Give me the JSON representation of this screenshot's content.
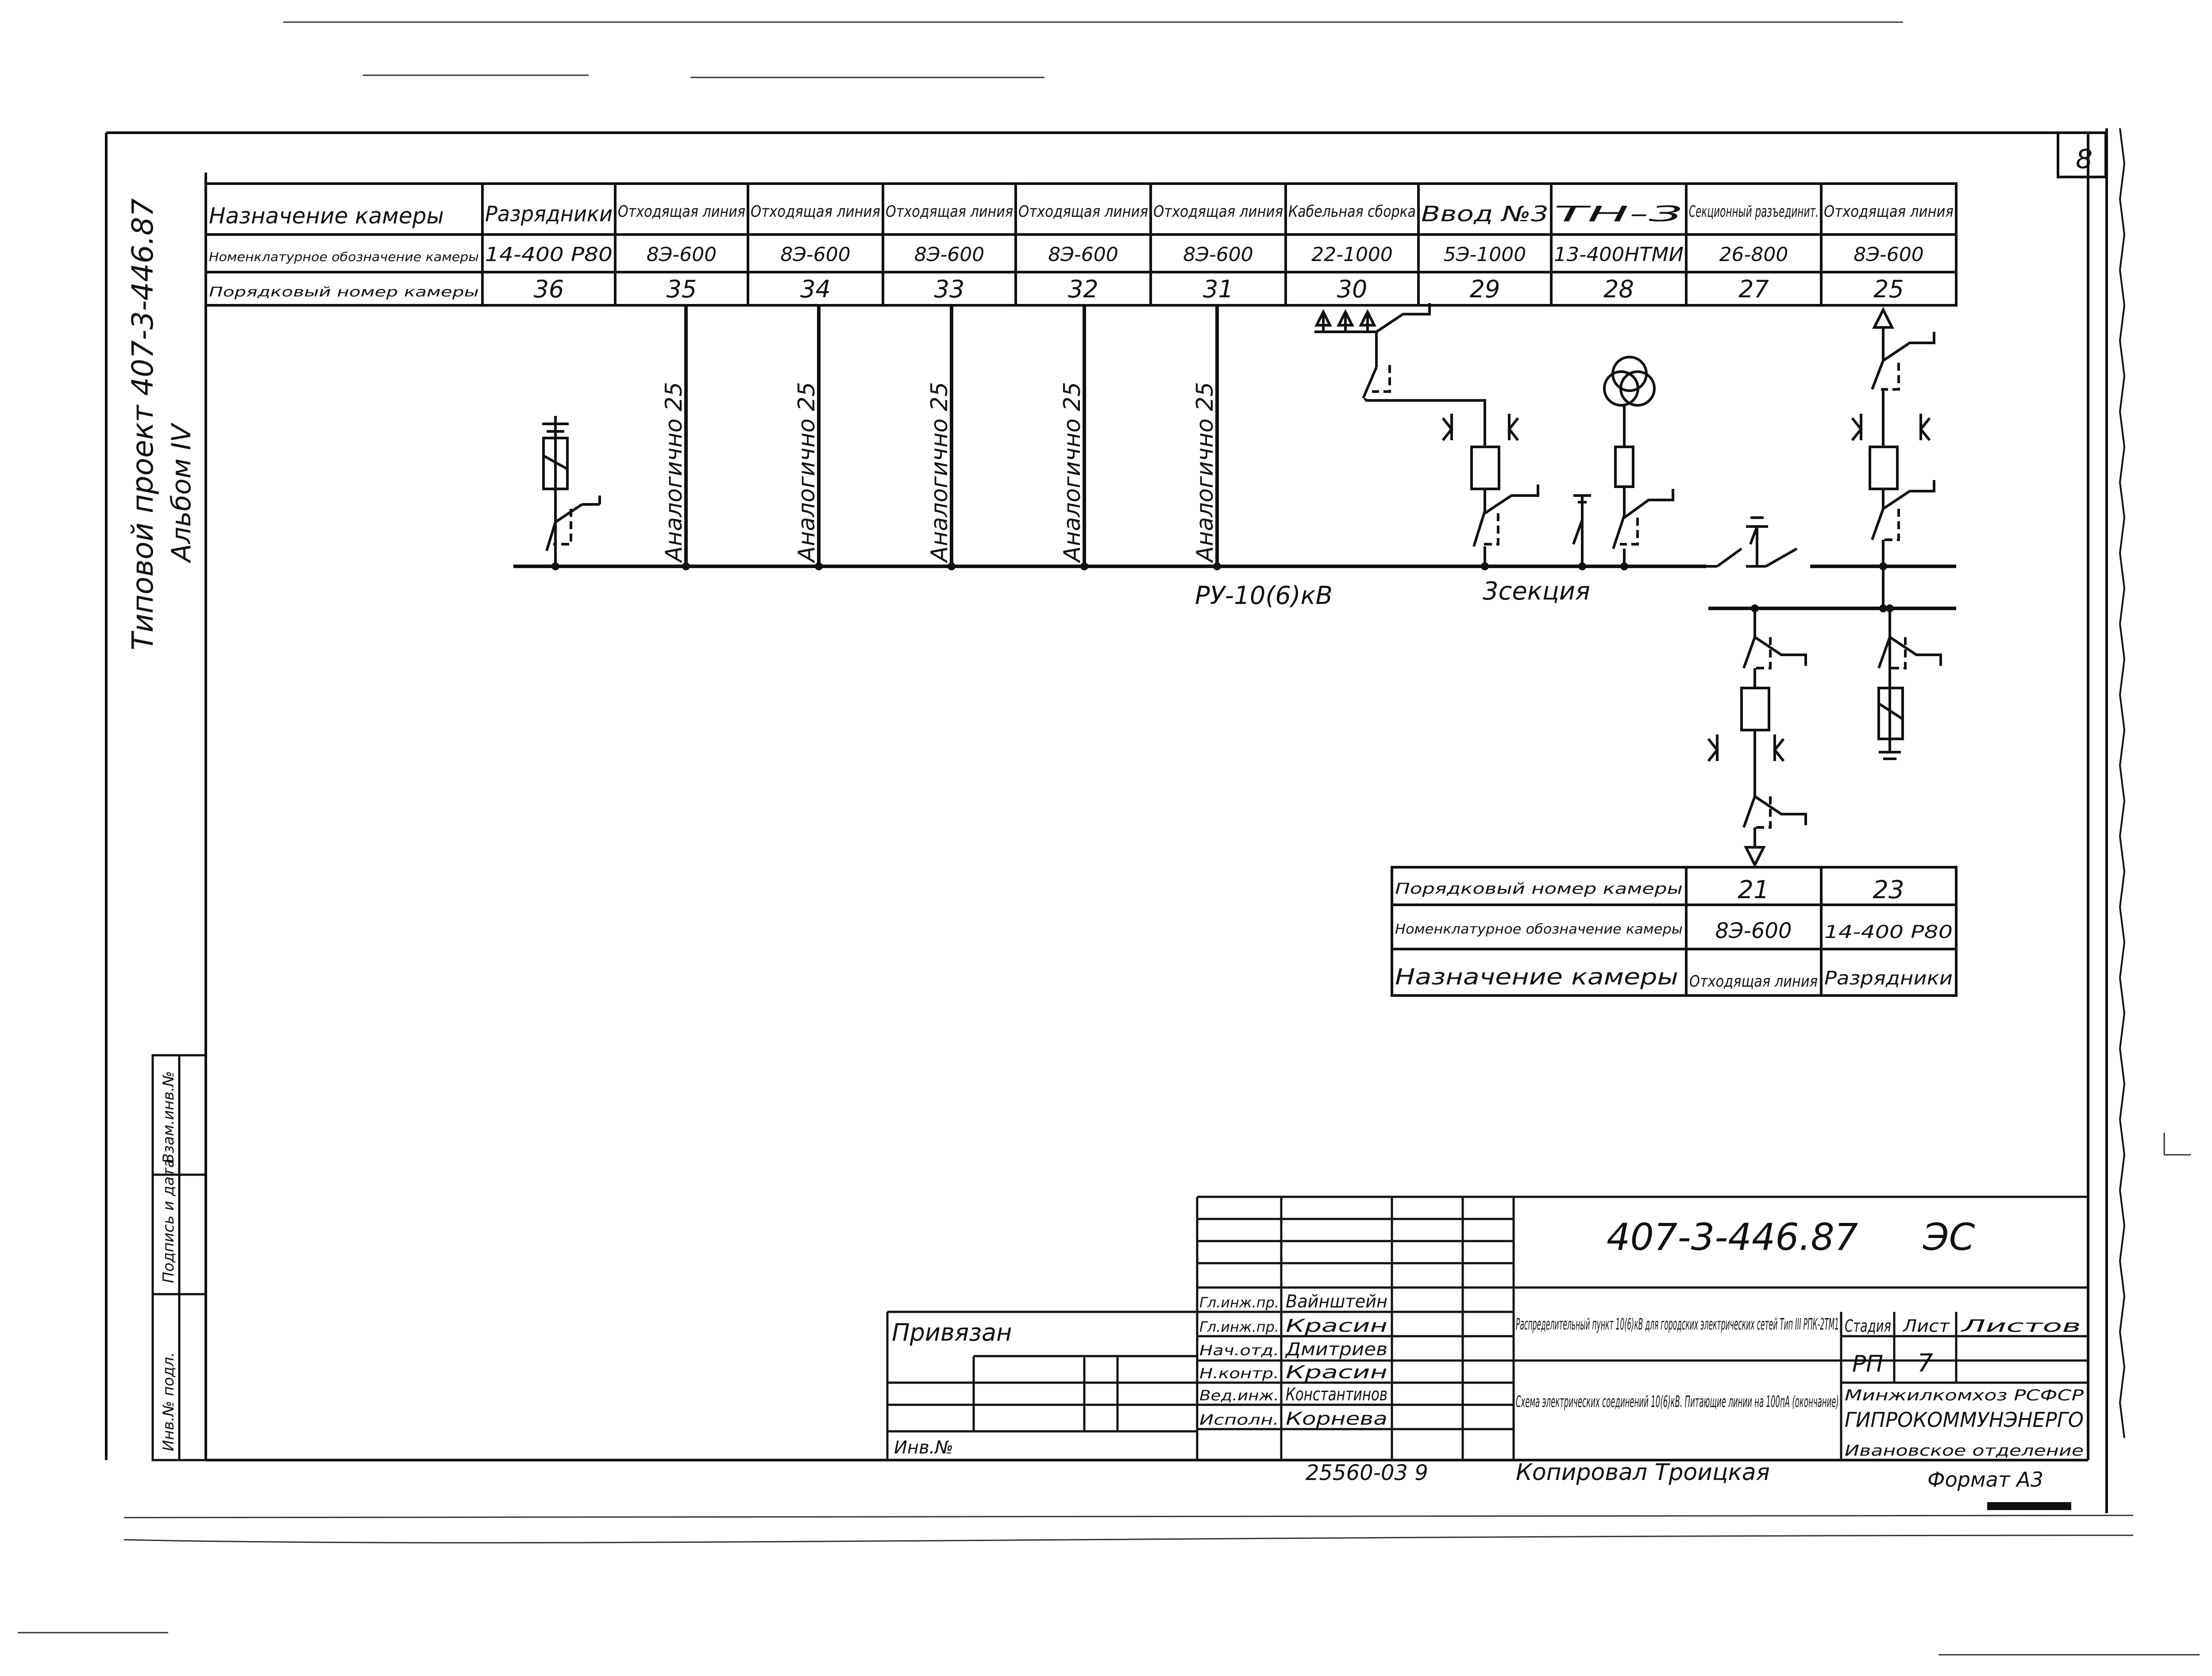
{
  "sheet": {
    "number": "8",
    "project_side_1": "Типовой проект  407-3-446.87",
    "project_side_2": "Альбом IV",
    "stamp_side": [
      "Инв.№ подл.",
      "Подпись и дата",
      "Взам.инв.№"
    ]
  },
  "top_table": {
    "row_labels": [
      "Назначение камеры",
      "Номенклатурное обозначение камеры",
      "Порядковый номер камеры"
    ],
    "columns": [
      {
        "purpose": "Разрядники",
        "code": "14-400 Р80",
        "num": "36"
      },
      {
        "purpose": "Отходящая линия",
        "code": "8Э-600",
        "num": "35"
      },
      {
        "purpose": "Отходящая линия",
        "code": "8Э-600",
        "num": "34"
      },
      {
        "purpose": "Отходящая линия",
        "code": "8Э-600",
        "num": "33"
      },
      {
        "purpose": "Отходящая линия",
        "code": "8Э-600",
        "num": "32"
      },
      {
        "purpose": "Отходящая линия",
        "code": "8Э-600",
        "num": "31"
      },
      {
        "purpose": "Кабельная сборка",
        "code": "22-1000",
        "num": "30"
      },
      {
        "purpose": "Ввод №3",
        "code": "5Э-1000",
        "num": "29"
      },
      {
        "purpose": "ТН-3",
        "code": "13-400НТМИ",
        "num": "28"
      },
      {
        "purpose": "Секционный разъединит.",
        "code": "26-800",
        "num": "27"
      },
      {
        "purpose": "Отходящая линия",
        "code": "8Э-600",
        "num": "25"
      }
    ]
  },
  "diagram": {
    "analog_label": "Аналогично 25",
    "bus_label": "РУ-10(6)кВ",
    "section_label": "3секция"
  },
  "bottom_table": {
    "rows": [
      {
        "label": "Порядковый номер камеры",
        "values": [
          "21",
          "23"
        ]
      },
      {
        "label": "Номенклатурное обозначение камеры",
        "values": [
          "8Э-600",
          "14-400 Р80"
        ]
      },
      {
        "label": "Назначение камеры",
        "values": [
          "Отходящая линия",
          "Разрядники"
        ]
      }
    ]
  },
  "title_block": {
    "doc_code": "407-3-446.87",
    "mark": "ЭС",
    "privyazan": "Привязан",
    "inv": "Инв.№",
    "staff": [
      {
        "role": "Гл.инж.пр.",
        "name": "Вайнштейн"
      },
      {
        "role": "Гл.инж.пр.",
        "name": "Красин"
      },
      {
        "role": "Нач.отд.",
        "name": "Дмитриев"
      },
      {
        "role": "Н.контр.",
        "name": "Красин"
      },
      {
        "role": "Вед.инж.",
        "name": "Константинов"
      },
      {
        "role": "Исполн.",
        "name": "Корнева"
      }
    ],
    "desc_1": "Распределительный пункт 10(6)кВ для городских электрических сетей Тип III РПК-2ТМ1",
    "desc_2": "Схема электрических соединений 10(6)кВ. Питающие линии на 100пА (окончание)",
    "stage_h": "Стадия",
    "sheet_h": "Лист",
    "sheets_h": "Листов",
    "stage": "РП",
    "sheet_no": "7",
    "org_1": "Минжилкомхоз РСФСР",
    "org_2": "ГИПРОКОММУНЭНЕРГО",
    "org_3": "Ивановское отделение",
    "footer_left": "25560-03  9",
    "footer_mid": "Копировал Троицкая",
    "footer_right": "Формат А3"
  }
}
